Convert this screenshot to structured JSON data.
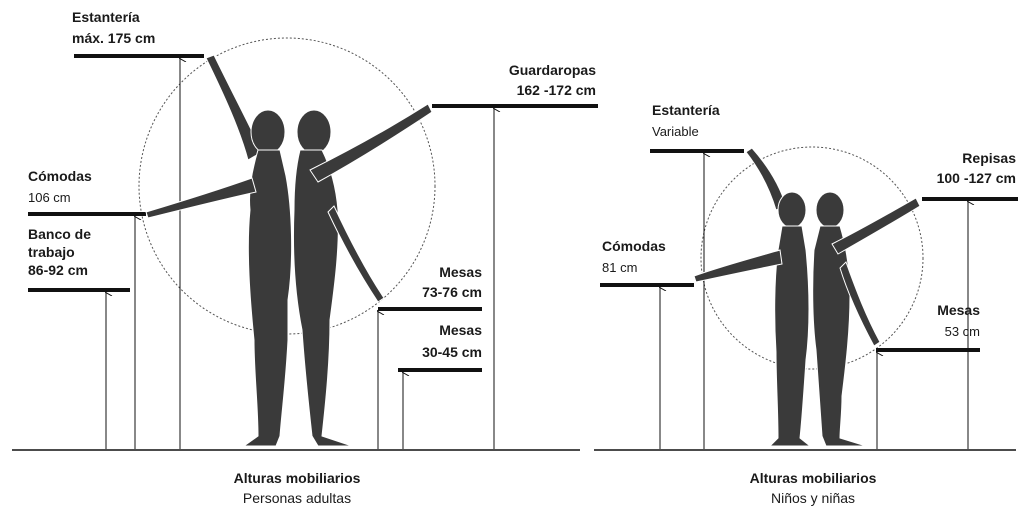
{
  "adults": {
    "shelf": {
      "title": "Estantería",
      "value": "máx. 175 cm"
    },
    "wardrobe": {
      "title": "Guardaropas",
      "value": "162 -172 cm"
    },
    "dresser": {
      "title": "Cómodas",
      "value": "106 cm"
    },
    "bench": {
      "line1": "Banco de",
      "line2": "trabajo",
      "value": "86-92 cm"
    },
    "table_high": {
      "title": "Mesas",
      "value": "73-76 cm"
    },
    "table_low": {
      "title": "Mesas",
      "value": "30-45 cm"
    },
    "caption": {
      "title": "Alturas mobiliarios",
      "subtitle": "Personas adultas"
    }
  },
  "children": {
    "shelf": {
      "title": "Estantería",
      "value": "Variable"
    },
    "shelves": {
      "title": "Repisas",
      "value": "100 -127 cm"
    },
    "dresser": {
      "title": "Cómodas",
      "value": "81 cm"
    },
    "table": {
      "title": "Mesas",
      "value": "53 cm"
    },
    "caption": {
      "title": "Alturas mobiliarios",
      "subtitle": "Niños y niñas"
    }
  },
  "colors": {
    "figure": "#3a3a3a",
    "line": "#111111",
    "circle": "#555555"
  }
}
